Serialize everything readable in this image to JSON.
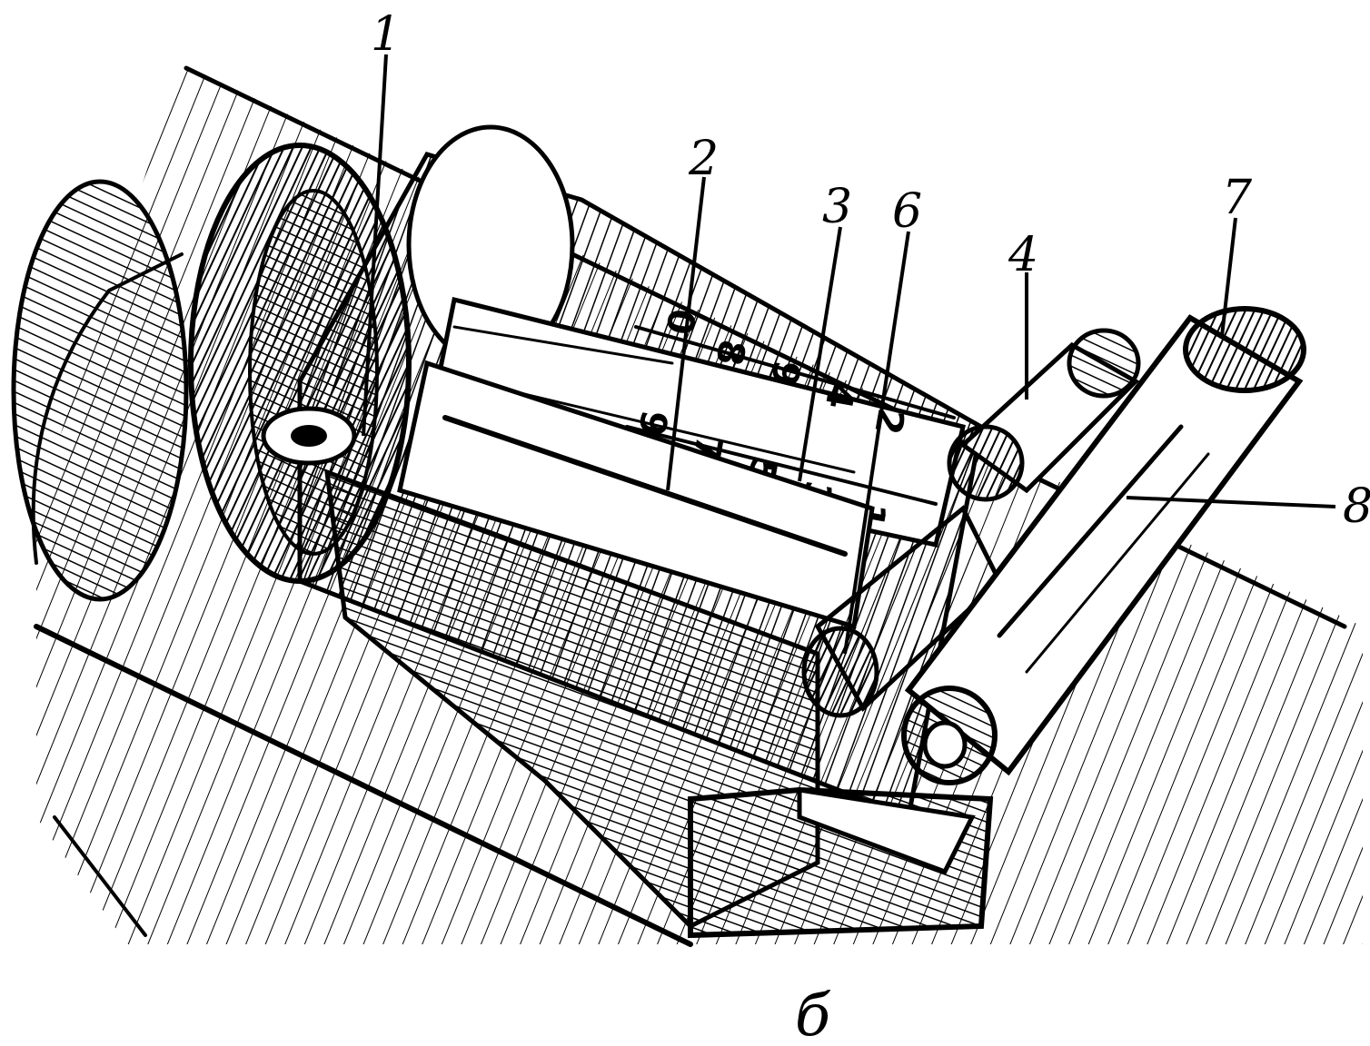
{
  "figure": {
    "subject": "mechanism-illustration",
    "callouts": [
      "1",
      "2",
      "3",
      "6",
      "4",
      "7",
      "8"
    ],
    "scale_numbers": [
      "0",
      "8",
      "9",
      "4",
      "2",
      "9",
      "7",
      "5",
      "3",
      "1"
    ],
    "caption": "б"
  },
  "colors": {
    "ink": "#000000",
    "paper": "#ffffff"
  }
}
